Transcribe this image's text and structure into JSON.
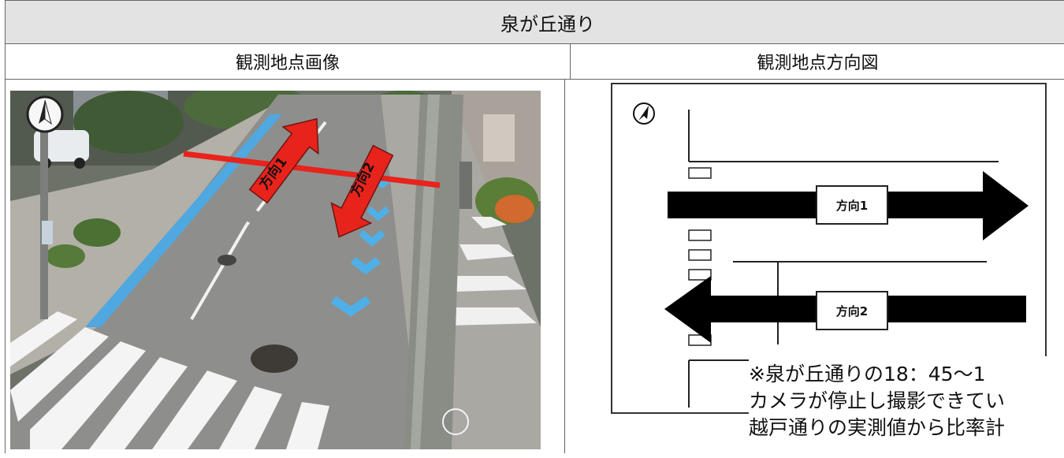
{
  "table": {
    "title": "泉が丘通り",
    "col_left_header": "観測地点画像",
    "col_right_header": "観測地点方向図"
  },
  "photo": {
    "arrow1_label": "方向1",
    "arrow2_label": "方向2",
    "arrow_color": "#e8231c",
    "bike_lane_color": "#4fa8e0"
  },
  "diagram": {
    "direction1_label": "方向1",
    "direction2_label": "方向2"
  },
  "note": {
    "line1": "※泉が丘通りの18：45〜1",
    "line2": "カメラが停止し撮影できてい",
    "line3": "越戸通りの実測値から比率計"
  }
}
